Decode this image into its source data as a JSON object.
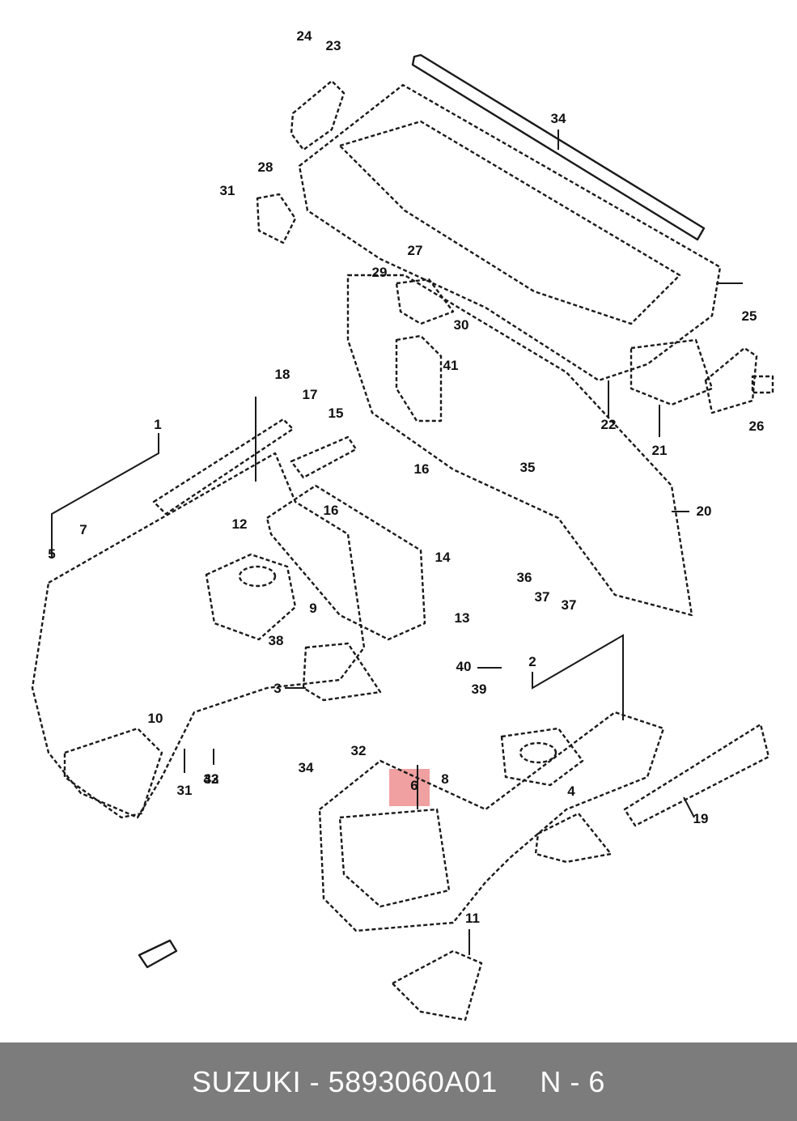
{
  "footer": {
    "brand": "SUZUKI",
    "separator": " - ",
    "part_number": "5893060A01",
    "diagram_ref": "N - 6"
  },
  "highlight": {
    "callout": "6",
    "color": "#f0a0a0"
  },
  "callouts": [
    "1",
    "2",
    "3",
    "4",
    "5",
    "6",
    "7",
    "8",
    "9",
    "10",
    "11",
    "12",
    "13",
    "14",
    "15",
    "16",
    "16",
    "17",
    "18",
    "19",
    "20",
    "21",
    "22",
    "23",
    "24",
    "25",
    "26",
    "27",
    "28",
    "29",
    "30",
    "31",
    "31",
    "32",
    "33",
    "34",
    "34",
    "35",
    "36",
    "37",
    "37",
    "38",
    "39",
    "40",
    "41",
    "42"
  ],
  "colors": {
    "footer_bg": "#7c7c7c",
    "footer_text": "#ffffff",
    "line": "#1a1a1a"
  }
}
